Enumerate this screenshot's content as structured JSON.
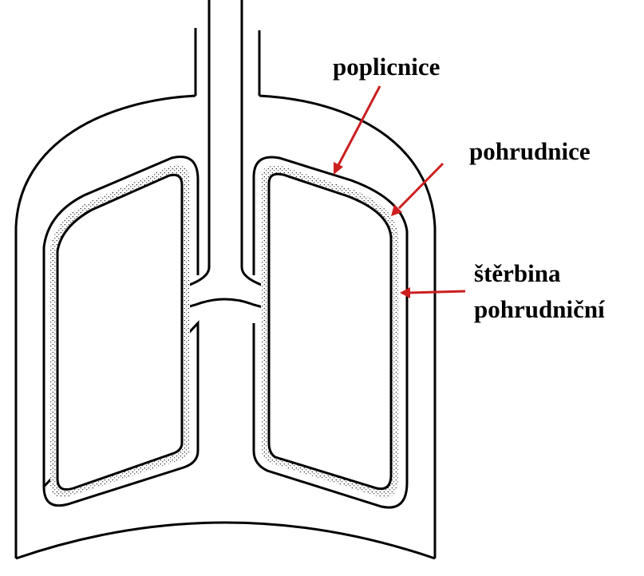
{
  "labels": {
    "poplicnice": "poplicnice",
    "pohrudnice": "pohrudnice",
    "sterbina_line1": "štěrbina",
    "sterbina_line2": "pohrudniční"
  },
  "colors": {
    "line": "#000000",
    "arrow": "#cc1f1f",
    "dots": "#000000",
    "background": "#ffffff"
  }
}
